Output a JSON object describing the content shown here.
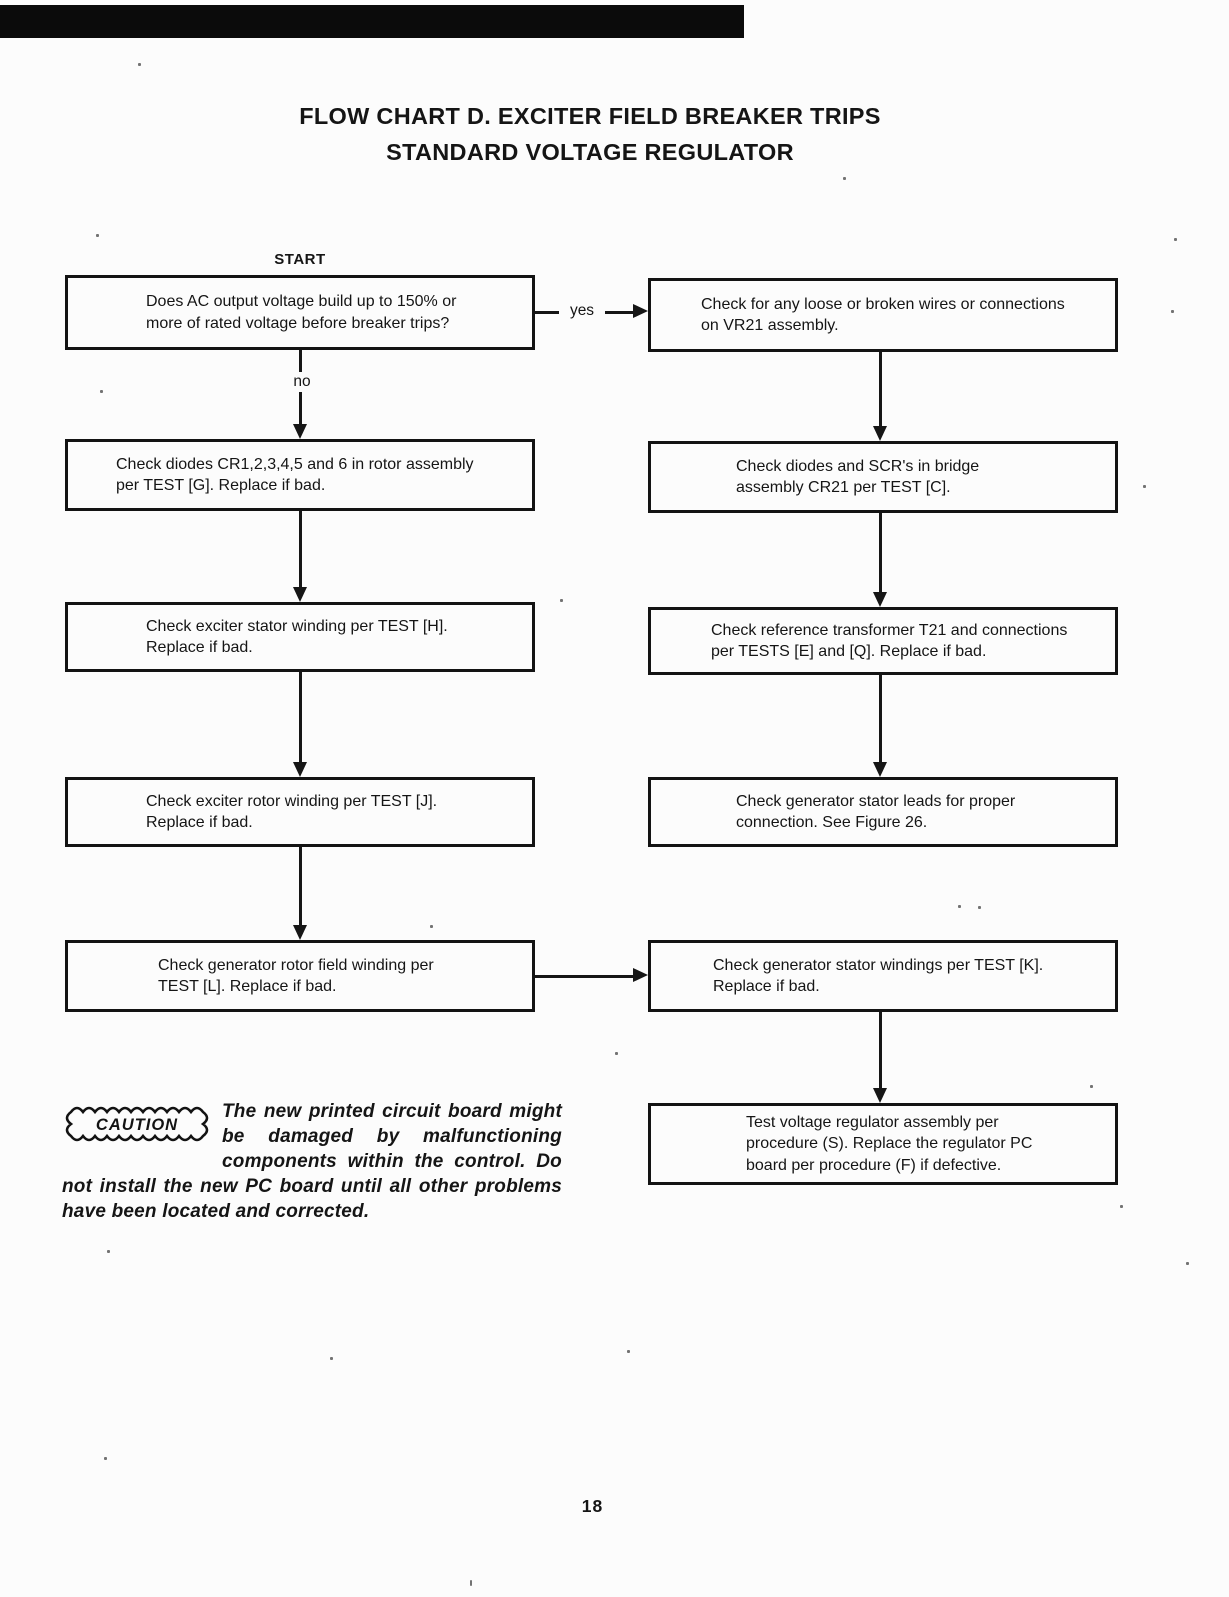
{
  "page": {
    "title_line1": "FLOW CHART D. EXCITER FIELD BREAKER TRIPS",
    "title_line2": "STANDARD VOLTAGE REGULATOR",
    "start_label": "START",
    "page_number": "18"
  },
  "flowchart": {
    "labels": {
      "yes": "yes",
      "no": "no"
    },
    "left_column": [
      {
        "text": "Does AC output voltage build up to 150% or more of rated voltage before breaker trips?"
      },
      {
        "text": "Check diodes CR1,2,3,4,5 and 6 in rotor assembly per TEST [G]. Replace if bad."
      },
      {
        "text": "Check exciter stator winding per TEST [H]. Replace if bad."
      },
      {
        "text": "Check exciter rotor winding per TEST [J]. Replace if bad."
      },
      {
        "text": "Check generator rotor field winding per TEST [L].  Replace if bad."
      }
    ],
    "right_column": [
      {
        "text": "Check for any loose or broken wires or connections on VR21 assembly."
      },
      {
        "text": "Check diodes and SCR's in bridge assembly CR21 per TEST [C]."
      },
      {
        "text": "Check reference transformer T21 and connections per TESTS [E] and [Q]. Replace if bad."
      },
      {
        "text": "Check generator stator leads for proper connection. See Figure 26."
      },
      {
        "text": "Check generator stator windings per TEST [K]. Replace if bad."
      },
      {
        "text": "Test voltage regulator assembly per procedure (S). Replace the regulator PC board per procedure (F) if defective."
      }
    ]
  },
  "caution": {
    "badge": "CAUTION",
    "text": "The new printed circuit board might be damaged by malfunctioning components within the control. Do not install the new PC board until all other problems have been located and corrected."
  },
  "colors": {
    "ink": "#151515",
    "paper": "#fcfcfc"
  }
}
